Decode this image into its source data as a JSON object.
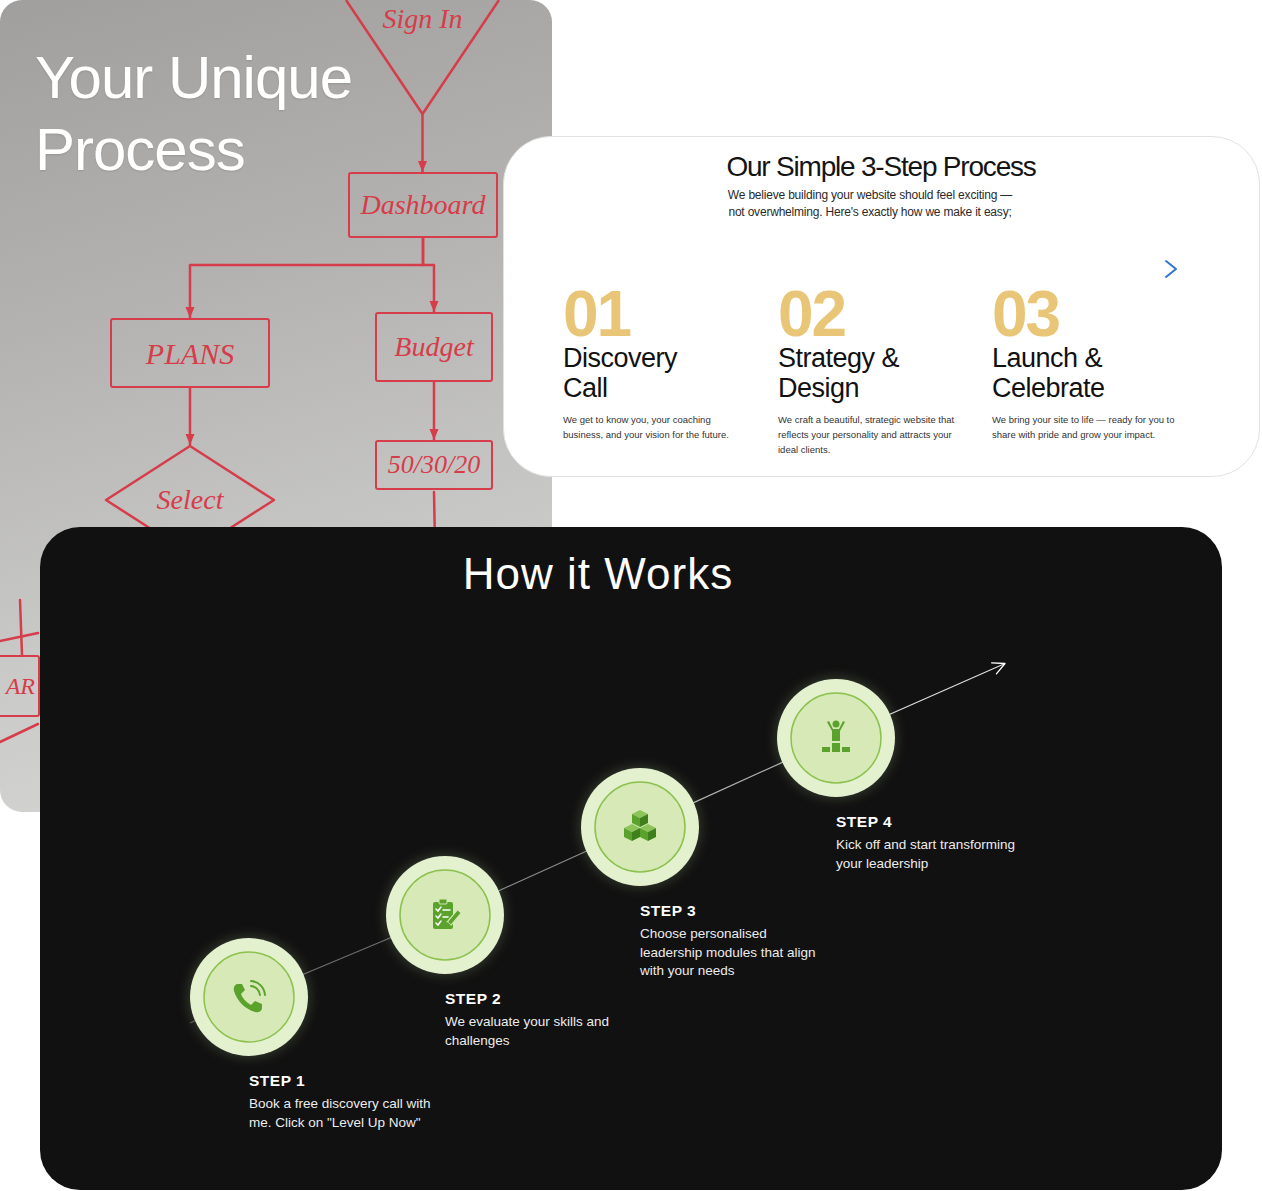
{
  "diagram": {
    "nodes": [
      {
        "text": [
          "Your Unique Process"
        ]
      },
      {
        "text": [
          "Sign In"
        ],
        "in": 0
      },
      {
        "text": [
          "Dashboard"
        ],
        "in": 0
      },
      {
        "text": [
          "PLANS"
        ],
        "in": 0
      },
      {
        "text": [
          "Budget"
        ],
        "in": 0
      },
      {
        "text": [
          "50/30/20"
        ],
        "in": 0
      },
      {
        "text": [
          "Select"
        ],
        "in": 0
      },
      {
        "text": [
          "AR"
        ],
        "in": 0
      },
      {
        "text": [
          "Our Simple 3-Step Process",
          "We believe building your website should feel exciting — not overwhelming. Here's exactly how we make it easy;"
        ]
      },
      {
        "text": [
          "01",
          "Discovery Call",
          "We get to know you, your coaching business, and your vision for the future."
        ],
        "in": 8
      },
      {
        "text": [
          "02",
          "Strategy & Design",
          "We craft a beautiful, strategic website that reflects your personality and attracts your ideal clients."
        ],
        "in": 8
      },
      {
        "text": [
          "03",
          "Launch & Celebrate",
          "We bring your site to life — ready for you to share with pride and grow your impact."
        ],
        "in": 8
      },
      {
        "text": [
          "How it Works"
        ]
      },
      {
        "text": [
          "STEP 1",
          "Book a free discovery call with me. Click on \"Level Up Now\""
        ],
        "in": 12
      },
      {
        "text": [
          "STEP 2",
          "We evaluate your skills and challenges"
        ],
        "in": 12
      },
      {
        "text": [
          "STEP 3",
          "Choose personalised leadership modules that align with your needs"
        ],
        "in": 12
      },
      {
        "text": [
          "STEP 4",
          "Kick off and start transforming your leadership"
        ],
        "in": 12
      }
    ],
    "edges": [
      {
        "from": 1,
        "to": 2,
        "arrow": "to"
      },
      {
        "from": 2,
        "to": 3,
        "arrow": "to"
      },
      {
        "from": 2,
        "to": 4,
        "arrow": "to"
      },
      {
        "from": 4,
        "to": 5,
        "arrow": "to"
      },
      {
        "from": 3,
        "to": 6,
        "arrow": "to"
      },
      {
        "from": 13,
        "to": 14,
        "arrow": "none"
      },
      {
        "from": 14,
        "to": 15,
        "arrow": "none"
      },
      {
        "from": 15,
        "to": 16,
        "arrow": "none"
      }
    ]
  }
}
